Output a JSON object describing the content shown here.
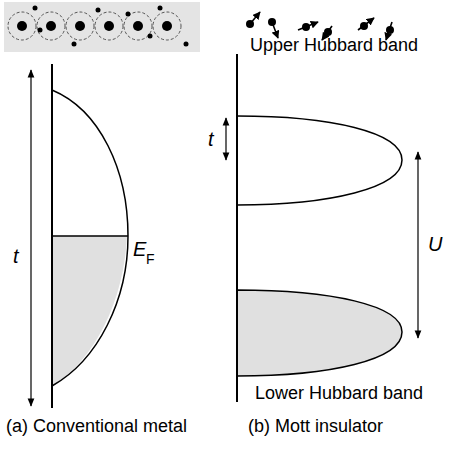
{
  "diagram": {
    "labels": [
      "t",
      "E",
      "F",
      "Upper Hubbard band",
      "t",
      "U",
      "Lower Hubbard band",
      "(a) Conventional metal",
      "(b) Mott insulator"
    ]
  }
}
